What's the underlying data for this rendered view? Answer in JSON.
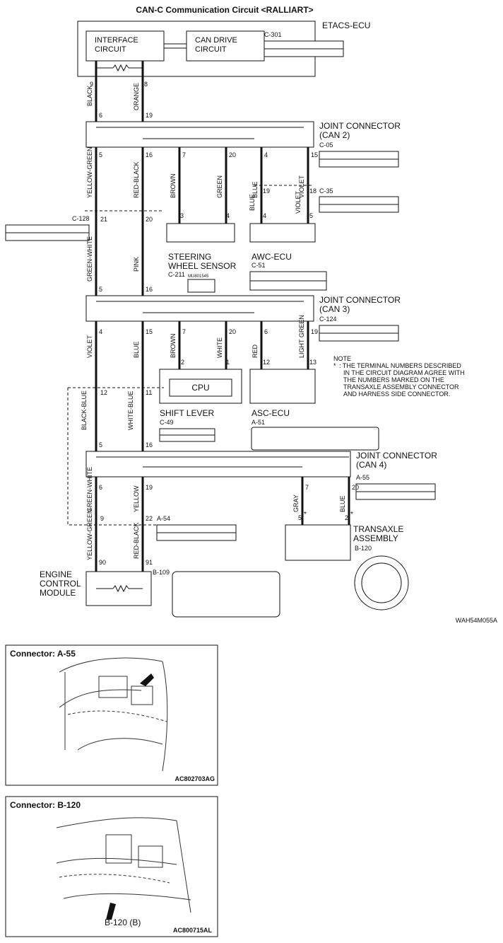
{
  "title": "CAN-C Communication Circuit <RALLIART>",
  "figure_code": "WAH54M055A",
  "etacs": {
    "name": "ETACS-ECU",
    "connector": "C-301",
    "interface_line1": "INTERFACE",
    "interface_line2": "CIRCUIT",
    "can_drive_line1": "CAN DRIVE",
    "can_drive_line2": "CIRCUIT",
    "pin_left": "9",
    "pin_right": "8"
  },
  "wires_top": {
    "left_color": "BLACK",
    "right_color": "ORANGE",
    "left_jc_pin": "6",
    "right_jc_pin": "19"
  },
  "jc2": {
    "line1": "JOINT CONNECTOR",
    "line2": "(CAN 2)",
    "connector": "C-05",
    "pins": [
      "5",
      "16",
      "7",
      "20",
      "4",
      "15"
    ],
    "colors": [
      "YELLOW-GREEN",
      "RED-BLACK",
      "BROWN",
      "GREEN",
      "BLUE",
      "VIOLET"
    ],
    "c35": "C-35",
    "c35_pins": [
      "19",
      "18"
    ],
    "blue2": "BLUE",
    "violet2": "VIOLET"
  },
  "c128": {
    "connector": "C-128",
    "pin_left": "21",
    "pin_right": "20",
    "left_color": "GREEN-WHITE",
    "right_color": "PINK"
  },
  "steering": {
    "line1": "STEERING",
    "line2": "WHEEL SENSOR",
    "connector": "C-211",
    "part_no": "MU801545",
    "pins": [
      "3",
      "4"
    ]
  },
  "awc": {
    "name": "AWC-ECU",
    "connector": "C-51",
    "pins": [
      "4",
      "5"
    ]
  },
  "jc3": {
    "line1": "JOINT CONNECTOR",
    "line2": "(CAN 3)",
    "connector": "C-124",
    "in_pins": [
      "5",
      "16"
    ],
    "pins": [
      "4",
      "15",
      "7",
      "20",
      "6",
      "19"
    ],
    "colors": [
      "VIOLET",
      "BLUE",
      "BROWN",
      "WHITE",
      "RED",
      "LIGHT GREEN"
    ]
  },
  "shift": {
    "name": "SHIFT LEVER",
    "cpu": "CPU",
    "connector": "C-49",
    "pins": [
      "2",
      "1"
    ]
  },
  "asc": {
    "name": "ASC-ECU",
    "connector": "A-51",
    "pins": [
      "12",
      "13"
    ]
  },
  "note": {
    "title": "NOTE",
    "star": "*",
    "lines": [
      ": THE TERMINAL NUMBERS DESCRIBED",
      "IN THE CIRCUIT DIAGRAM AGREE WITH",
      "THE NUMBERS MARKED ON THE",
      "TRANSAXLE ASSEMBLY CONNECTOR",
      "AND HARNESS SIDE CONNECTOR."
    ]
  },
  "mid": {
    "pins_top": [
      "12",
      "11"
    ],
    "left_color": "BLACK-BLUE",
    "right_color": "WHITE-BLUE",
    "pins_jc4": [
      "5",
      "16"
    ]
  },
  "jc4": {
    "line1": "JOINT CONNECTOR",
    "line2": "(CAN 4)",
    "connector": "A-55",
    "pins": [
      "6",
      "19",
      "7",
      "20"
    ],
    "colors": [
      "GREEN-WHITE",
      "YELLOW",
      "GRAY",
      "BLUE"
    ]
  },
  "a54": {
    "connector": "A-54",
    "pins": [
      "9",
      "22"
    ]
  },
  "transaxle": {
    "line1": "TRANSAXLE",
    "line2": "ASSEMBLY",
    "connector": "B-120",
    "pins": [
      "5",
      "2"
    ],
    "star": "*"
  },
  "ecm": {
    "line1": "ENGINE",
    "line2": "CONTROL",
    "line3": "MODULE",
    "connector": "B-109",
    "pins": [
      "90",
      "91"
    ],
    "left_color": "YELLOW-GREEN",
    "right_color": "RED-BLACK"
  },
  "connector_views": [
    {
      "title": "Connector: A-55",
      "code": "AC802703AG"
    },
    {
      "title": "Connector: B-120",
      "code": "AC800715AL",
      "callout": "B-120 (B)"
    }
  ]
}
